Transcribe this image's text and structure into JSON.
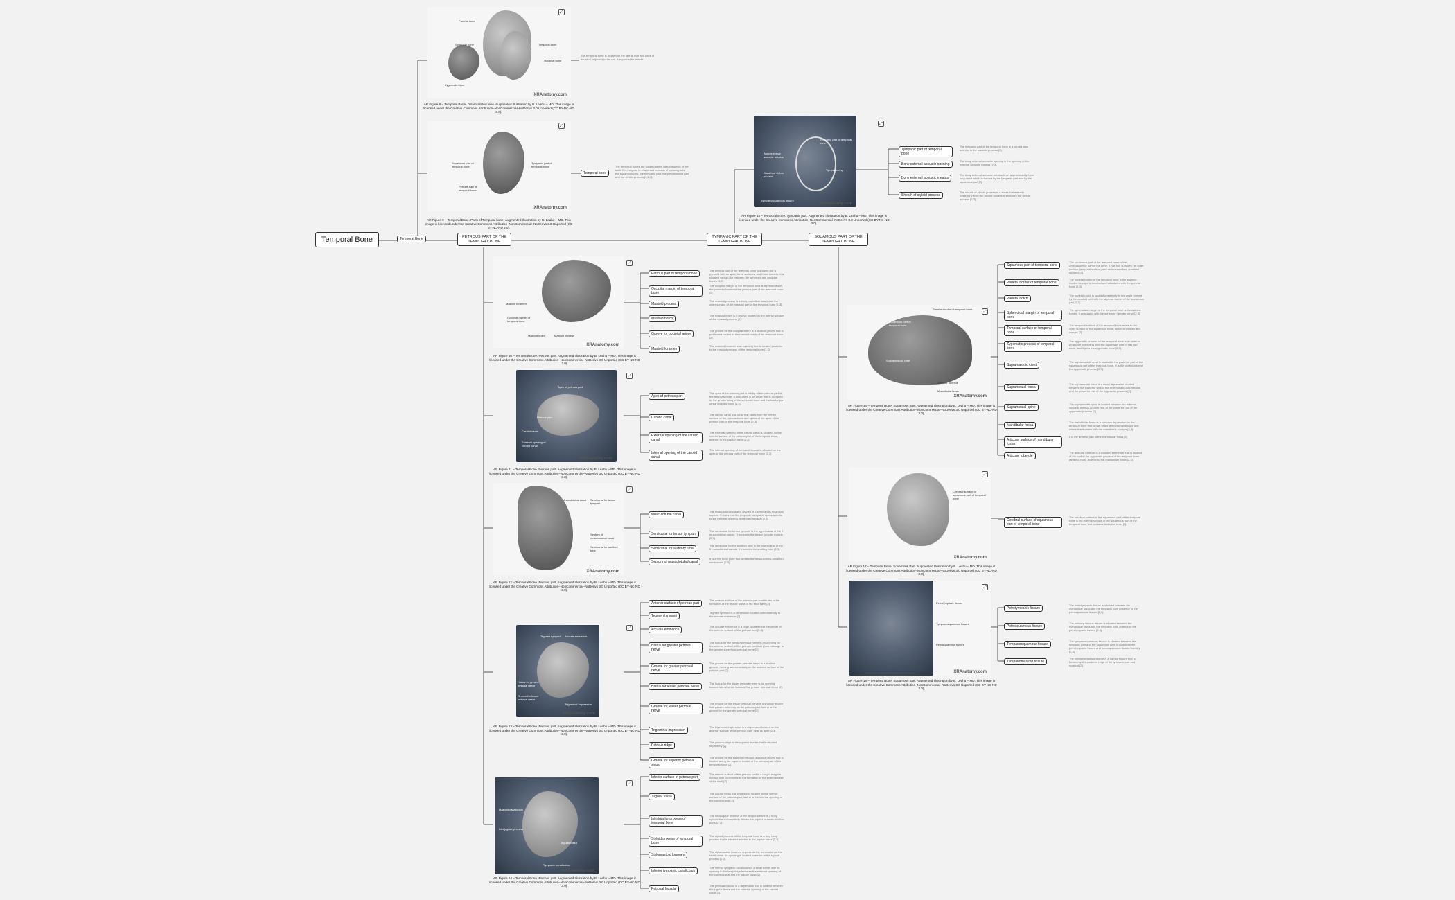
{
  "root": {
    "label": "Temporal Bone"
  },
  "intro": {
    "node": "Temporal Bone",
    "fig8_desc": "The temporal bone is located on the lateral side and base of the skull, adjacent to the ear. It supports the temple.",
    "fig8_caption": "AR Figure 8 – Temporal Bone. Disarticulated view. Augmented Illustration by B. Leahu – MD. This image is licensed under the Creative Commons Attribution–NonCommercial–NoDerivs 3.0 Unported (CC BY-NC-ND 3.0).",
    "fig9_node": "Temporal bone",
    "fig9_desc": "The temporal bones are located at the lateral aspects of the skull. It is irregular in shape and consists of various parts: the squamous part, the tympanic part, the petromastoid part and the styloid process [1,2,3].",
    "fig9_caption": "AR Figure 9 – Temporal Bone. Parts of Temporal bone. Augmented Illustration by B. Leahu – MD. This image is licensed under the Creative Commons Attribution–NonCommercial–NoDerivs 3.0 Unported (CC BY-NC-ND 3.0)."
  },
  "watermark": "XRAnatomy.com",
  "expand_icon": "expand-icon",
  "img_labels": {
    "fig8": [
      "Parietal bone",
      "Sphenoid bone",
      "Temporal bone",
      "Occipital bone",
      "Zygomatic bone"
    ],
    "fig9": [
      "Squamous part of temporal bone",
      "Tympanic part of temporal bone",
      "Petrous part of temporal bone"
    ],
    "fig15": [
      "Tympanic part of temporal bone",
      "Bony external acoustic meatus",
      "Tympanic ring",
      "Sheath of styloid process",
      "Tympanosquamous fissure"
    ],
    "fig10": [
      "Mastoid foramen",
      "Occipital margin of temporal bone",
      "Mastoid notch",
      "Mastoid process"
    ],
    "fig11": [
      "Apex of petrous part",
      "Carotid canal",
      "External opening of carotid canal",
      "Petrous part"
    ],
    "fig12": [
      "Musculotubal canal",
      "Semicanal for tensor tympani",
      "Semicanal for auditory tube",
      "Septum of musculotubal canal"
    ],
    "fig13": [
      "Tegmen tympani",
      "Arcuate eminence",
      "Hiatus for greater petrosal nerve",
      "Groove for lesser petrosal nerve",
      "Trigeminal impression"
    ],
    "fig14": [
      "Jugular fossa",
      "Mastoid canaliculus",
      "Intrajugular process",
      "Tympanic canaliculus"
    ],
    "fig16": [
      "Parietal border of temporal bone",
      "Squamous part of temporal bone",
      "Supramastoid crest",
      "Mandibular fossa",
      "Articular tubercle"
    ],
    "fig17": [
      "Cerebral surface of squamous part of temporal bone"
    ],
    "fig18": [
      "Petrotympanic fissure",
      "Tympanosquamous fissure",
      "Petrosquamous fissure"
    ]
  },
  "sections": {
    "petrous": {
      "title": "PETROUS PART OF THE TEMPORAL BONE",
      "fig10_caption": "AR Figure 10 – Temporal Bone. Petrous part. Augmented Illustration by B. Leahu – MD. This image is licensed under the Creative Commons Attribution–NonCommercial–NoDerivs 3.0 Unported (CC BY-NC-ND 3.0).",
      "fig11_caption": "AR Figure 11 – Temporal Bone. Petrous part. Augmented Illustration by B. Leahu – MD. This image is licensed under the Creative Commons Attribution–NonCommercial–NoDerivs 3.0 Unported (CC BY-NC-ND 3.0).",
      "fig12_caption": "AR Figure 12 – Temporal Bone. Petrous part. Augmented Illustration by B. Leahu – MD. This image is licensed under the Creative Commons Attribution–NonCommercial–NoDerivs 3.0 Unported (CC BY-NC-ND 3.0).",
      "fig13_caption": "AR Figure 13 – Temporal Bone. Petrous part. Augmented Illustration by B. Leahu – MD. This image is licensed under the Creative Commons Attribution–NonCommercial–NoDerivs 3.0 Unported (CC BY-NC-ND 3.0).",
      "fig14_caption": "AR Figure 14 – Temporal Bone. Petrous part. Augmented Illustration by B. Leahu – MD. This image is licensed under the Creative Commons Attribution–NonCommercial–NoDerivs 3.0 Unported (CC BY-NC-ND 3.0).",
      "items": [
        {
          "label": "Petrous part of temporal bone",
          "desc": "The petrous part of the temporal bone is shaped like a pyramid with an apex, three surfaces, and three borders. It is situated wedge-like between the sphenoid and occipital bones [1,2]."
        },
        {
          "label": "Occipital margin of temporal bone",
          "desc": "The occipital margin of the temporal bone is represented by the posterior border of the petrous part of the temporal bone [2]."
        },
        {
          "label": "Mastoid process",
          "desc": "The mastoid process is a bony projection located on the outer surface of the mastoid part of the temporal bone [1,3]."
        },
        {
          "label": "Mastoid notch",
          "desc": "The mastoid notch is a groove located on the inferior surface of the mastoid process [2]."
        },
        {
          "label": "Groove for occipital artery",
          "desc": "The groove for the occipital artery is a shallow groove that is positioned medial to the mastoid notch of the temporal bone [2]."
        },
        {
          "label": "Mastoid foramen",
          "desc": "The mastoid foramen is an opening that is located posterior to the mastoid process of the temporal bone [1,2]."
        },
        {
          "label": "Apex of petrous part",
          "desc": "The apex of the petrous part is the tip of the petrous part of the temporal bone. It articulates in an angle that is occupied by the greater wing of the sphenoid bone and the basilar part of the occipital bone [2,3]."
        },
        {
          "label": "Carotid canal",
          "desc": "The carotid canal is a canal that starts from the inferior surface of the petrous bone and opens at the apex of the petrous part of the temporal bone [2,3]."
        },
        {
          "label": "External opening of the carotid canal",
          "desc": "The external opening of the carotid canal is situated on the inferior surface of the petrous part of the temporal bone, anterior to the jugular fossa [2,3]."
        },
        {
          "label": "Internal opening of the carotid canal",
          "desc": "The internal opening of the carotid canal is situated on the apex of the petrous part of the temporal bone [2,3]."
        },
        {
          "label": "Musculotubal canal",
          "desc": "The musculotubal canal is divided in 2 semicanals by a bony septum. It leads into the tympanic cavity and opens anterior to the external opening of the carotid canal [2,3]."
        },
        {
          "label": "Semicanal for tensor tympani",
          "desc": "The semicanal for tensor tympani is the upper canal of the 2 musculotubal canals. It transmits the tensor tympani muscle [2,3]."
        },
        {
          "label": "Semicanal for auditory tube",
          "desc": "The semicanal for the auditory tube is the lower canal of the 2 musculotubal canals. It transmits the auditory tube [2,3]."
        },
        {
          "label": "Septum of musculotubal canal",
          "desc": "It is a thin bony plate that divides the musculotubal canal in 2 semicanals [2,3]."
        },
        {
          "label": "Anterior surface of petrous part",
          "desc": "The anterior surface of the petrous part contributes to the formation of the middle fossa of the skull base [2]."
        },
        {
          "label": "Tegmen tympani",
          "desc": "Tegmen tympani is a depression located anterolaterally to the arcuate eminence [2]."
        },
        {
          "label": "Arcuate eminence",
          "desc": "The arcuate eminence is a ridge located near the center of the anterior surface of the petrous part [2,3]."
        },
        {
          "label": "Hiatus for greater petrosal nerve",
          "desc": "The hiatus for the greater petrosal nerve is an opening on the anterior surface of the petrous part that gives passage to the greater superficial petrosal nerve [2]."
        },
        {
          "label": "Groove for greater petrosal nerve",
          "desc": "The groove for the greater petrosal nerve is a shallow groove, running anteromedially on the anterior surface of the petrous part [2]."
        },
        {
          "label": "Hiatus for lesser petrosal nerve",
          "desc": "The hiatus for the lesser petrosal nerve is an opening located lateral to the hiatus of the greater petrosal nerve [2]."
        },
        {
          "label": "Groove for lesser petrosal nerve",
          "desc": "The groove for the lesser petrosal nerve is a shallow groove that passes anteriorly on the petrous part, lateral to the groove for the greater petrosal nerve [2]."
        },
        {
          "label": "Trigeminal impression",
          "desc": "The trigeminal impression is a depression located on the anterior surface of the petrous part, near its apex [2,3]."
        },
        {
          "label": "Petrous ridge",
          "desc": "The petrous ridge is the superior border that is situated separately [2]."
        },
        {
          "label": "Groove for superior petrosal sinus",
          "desc": "The groove for the superior petrosal sinus is a groove that is located along the superior border of the petrous part of the temporal bone [2]."
        },
        {
          "label": "Inferior surface of petrous part",
          "desc": "The inferior surface of the petrous part is a rough, irregular surface that contributes to the formation of the external base of the skull [2]."
        },
        {
          "label": "Jugular fossa",
          "desc": "The jugular fossa is a depression located on the inferior surface of the petrous part, lateral to the internal opening of the carotid canal [2]."
        },
        {
          "label": "Intrajugular process of temporal bone",
          "desc": "The intrajugular process of the temporal bone is a bony spicule that incompletely divides the jugular foramen into two parts [2,3]."
        },
        {
          "label": "Styloid process of temporal bone",
          "desc": "The styloid process of the temporal bone is a long bony process that is situated anterior to the jugular fossa [2,3]."
        },
        {
          "label": "Stylomastoid foramen",
          "desc": "The stylomastoid foramen represents the termination of the facial canal. Its opening is located posterior to the styloid process [2,3]."
        },
        {
          "label": "Inferior tympanic canaliculus",
          "desc": "The inferior tympanic canaliculus is a small tunnel with its opening in the bony ridge between the external opening of the carotid canal and the jugular fossa [2]."
        },
        {
          "label": "Petrosal fossula",
          "desc": "The petrosal fossula is a depression that is located between the jugular fossa and the external opening of the carotid canal [2]."
        }
      ]
    },
    "tympanic": {
      "title": "TYMPANIC PART OF THE TEMPORAL BONE",
      "caption": "AR Figure 15 – Temporal Bone. Tympanic part. Augmented Illustration by B. Leahu – MD. This image is licensed under the Creative Commons Attribution–NonCommercial–NoDerivs 3.0 Unported (CC BY-NC-ND 3.0).",
      "items": [
        {
          "label": "Tympanic part of temporal bone",
          "desc": "The tympanic part of the temporal bone is a curved area anterior to the mastoid process [2]."
        },
        {
          "label": "Bony external acoustic opening",
          "desc": "The bony external acoustic opening is the opening of the external acoustic meatus [2,3]."
        },
        {
          "label": "Bony external acoustic meatus",
          "desc": "The bony external acoustic meatus is an approximately 1 cm long canal which is formed by the tympanic part and by the squamous part [2]."
        },
        {
          "label": "Sheath of styloid process",
          "desc": "The sheath of styloid process is a sheet that extends posteriorly from the carotid canal that encloses the styloid process [2,3]."
        }
      ]
    },
    "squamous": {
      "title": "SQUAMOUS PART OF THE TEMPORAL BONE",
      "fig16_caption": "AR Figure 16 – Temporal Bone. Squamous part. Augmented Illustration by B. Leahu – MD. This image is licensed under the Creative Commons Attribution–NonCommercial–NoDerivs 3.0 Unported (CC BY-NC-ND 3.0).",
      "fig17_caption": "AR Figure 17 – Temporal Bone. Squamous Part. Augmented Illustration by B. Leahu – MD. This image is licensed under the Creative Commons Attribution–NonCommercial–NoDerivs 3.0 Unported (CC BY-NC-ND 3.0).",
      "fig18_caption": "AR Figure 18 – Temporal Bone. Squamous part. Augmented Illustration by B. Leahu – MD. This image is licensed under the Creative Commons Attribution–NonCommercial–NoDerivs 3.0 Unported (CC BY-NC-ND 3.0).",
      "items": [
        {
          "label": "Squamous part of temporal bone",
          "desc": "The squamous part of the temporal bone is the anterosuperior part of the bone. It has two surfaces: an outer surface (temporal surface) and an inner surface (cerebral surface) [2]."
        },
        {
          "label": "Parietal border of temporal bone",
          "desc": "The parietal border of the temporal bone is the superior border, its edge is beveled and articulates with the parietal bone [2,3]."
        },
        {
          "label": "Parietal notch",
          "desc": "The parietal notch is located posteriorly in the angle formed by the mastoid part with the superior border of the squamous part [2,3]."
        },
        {
          "label": "Sphenoidal margin of temporal bone",
          "desc": "The sphenoidal margin of the temporal bone is the anterior border. It articulates with the sphenoid (greater wing) [2,3]."
        },
        {
          "label": "Temporal surface of temporal bone",
          "desc": "The temporal surface of the temporal bone refers to the outer surface of the squamous bone, which is smooth and convex [2]."
        },
        {
          "label": "Zygomatic process of temporal bone",
          "desc": "The zygomatic process of the temporal bone is an anterior projection extending from the squamous part. It has two roots, and it joins the zygomatic bone [2,3]."
        },
        {
          "label": "Supramastoid crest",
          "desc": "The supramastoid crest is located in the posterior part of the squamous part of the temporal bone. It is the continuation of the zygomatic process [2,3]."
        },
        {
          "label": "Suprameatal fossa",
          "desc": "The suprameatal fossa is a small depression located between the posterior wall of the external acoustic meatus and the posterior root of the zygomatic process [2]."
        },
        {
          "label": "Suprameatal spine",
          "desc": "The suprameatal spine is located between the external acoustic meatus and the root of the posterior root of the zygomatic process [2]."
        },
        {
          "label": "Mandibular fossa",
          "desc": "The mandibular fossa is a concave depression on the temporal bone that is part of the temporomandibular joint, where it articulates with the mandible's condyle [2,3]."
        },
        {
          "label": "Articular surface of mandibular fossa",
          "desc": "It is the anterior part of the mandibular fossa [2]."
        },
        {
          "label": "Articular tubercle",
          "desc": "The articular tubercle is a rounded eminence that is located at the root of the zygomatic process of the temporal bone (anterior root), anterior to the mandibular fossa [2,3]."
        },
        {
          "label": "Cerebral surface of squamous part of temporal bone",
          "desc": "The cerebral surface of the squamous part of the temporal bone is the internal surface of the squamous part of the temporal bone that contains faces the brain [2]."
        },
        {
          "label": "Petrotympanic fissure",
          "desc": "The petrotympanic fissure is situated between the mandibular fossa and the tympanic part, posterior to the petrosquamous fissure [2,3]."
        },
        {
          "label": "Petrosquamous fissure",
          "desc": "The petrosquamous fissure is situated between the mandibular fossa and the tympanic part, anterior to the petrotympanic fissure [2,3]."
        },
        {
          "label": "Tympanosquamous fissure",
          "desc": "The tympanosquamous fissure is situated between the tympanic part and the squamous part. It continues the petrotympanic fissure and petrosquamous fissure laterally [2,3]."
        },
        {
          "label": "Tympanomastoid fissure",
          "desc": "The tympanomastoid fissure is a narrow fissure that is formed by the posterior ridge of the tympanic part and mastoid [2]."
        }
      ]
    }
  }
}
